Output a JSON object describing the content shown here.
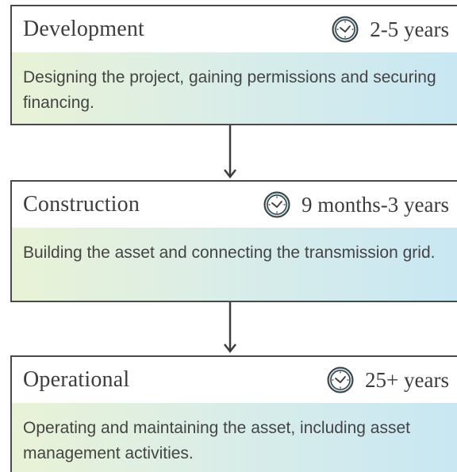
{
  "stages": [
    {
      "title": "Development",
      "duration": "2-5 years",
      "description": "Designing the project, gaining permissions and securing financing."
    },
    {
      "title": "Construction",
      "duration": "9 months-3 years",
      "description": "Building the asset and connecting the transmission grid."
    },
    {
      "title": "Operational",
      "duration": "25+ years",
      "description": "Operating and maintaining the asset, including asset management activities."
    }
  ],
  "icons": {
    "duration_icon": "clock-icon"
  }
}
